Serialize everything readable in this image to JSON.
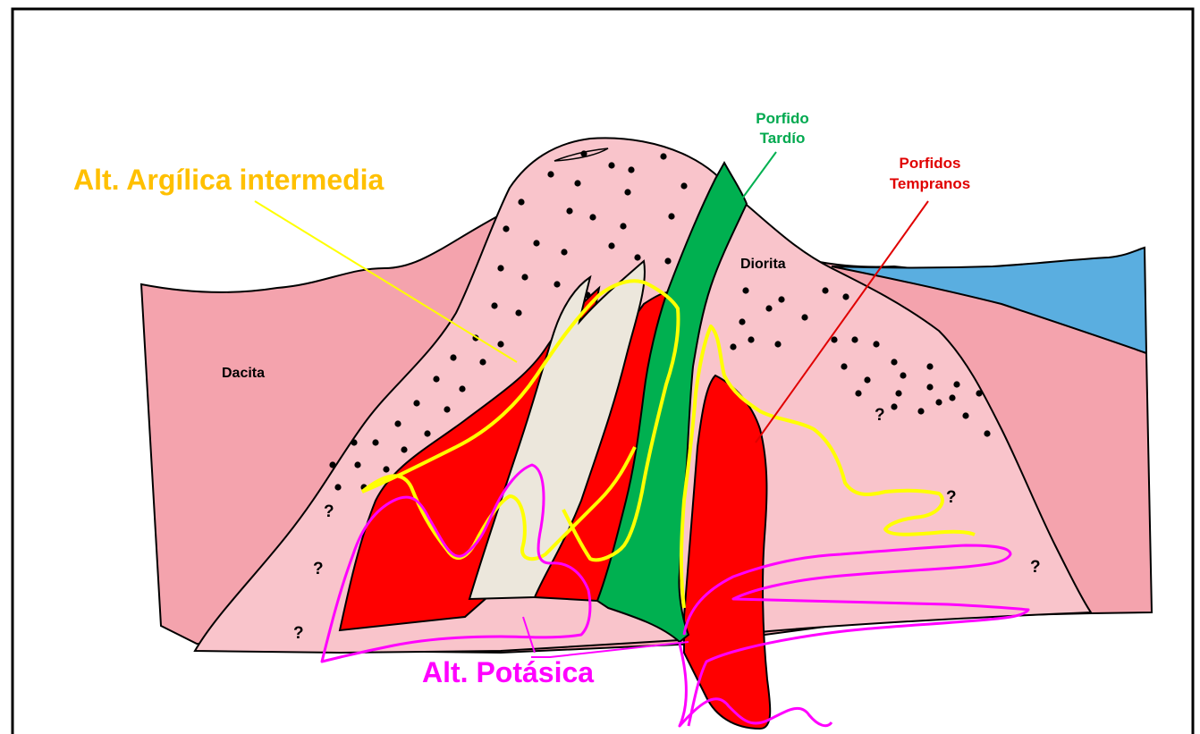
{
  "labels": {
    "alt_argilica": "Alt. Argílica intermedia",
    "porfido_tardio_1": "Porfido",
    "porfido_tardio_2": "Tardío",
    "porfidos_tempranos_1": "Porfidos",
    "porfidos_tempranos_2": "Tempranos",
    "diorita": "Diorita",
    "dacita": "Dacita",
    "alt_potasica": "Alt. Potásica",
    "question": "?"
  },
  "colors": {
    "dacita": "#f4a3ad",
    "diorita": "#f9c4cb",
    "porfido_temprano": "#ff0000",
    "porfido_tardio": "#00b050",
    "intrusion_clara": "#ece7dc",
    "agua": "#5aaee0",
    "alt_argilica": "#ffff00",
    "alt_argilica_text": "#ffc000",
    "alt_potasica": "#ff00ff",
    "tempranos_text": "#e00000",
    "tardio_text": "#00a94f"
  }
}
